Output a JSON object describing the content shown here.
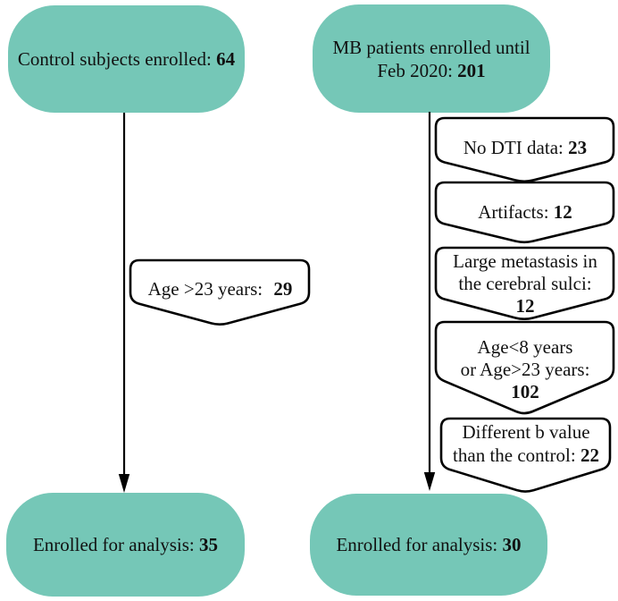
{
  "diagram": {
    "colors": {
      "node_fill": "#75c7b7",
      "exclusion_fill": "#ffffff",
      "outline": "#000000",
      "text": "#111111"
    },
    "left": {
      "start_label": "Control subjects enrolled: ",
      "start_value": "64",
      "exclusion_label": "Age >23 years: ",
      "exclusion_value": "29",
      "end_label": "Enrolled for analysis: ",
      "end_value": "35"
    },
    "right": {
      "start_line1": "MB patients enrolled until",
      "start_line2": "Feb 2020: ",
      "start_value": "201",
      "exclusions": [
        {
          "label": "No DTI data: ",
          "value": "23"
        },
        {
          "label": "Artifacts: ",
          "value": "12"
        },
        {
          "line1": "Large metastasis in",
          "line2": "the cerebral sulci:",
          "value": "12"
        },
        {
          "line1": "Age<8 years",
          "line2": "or Age>23 years:",
          "value": "102"
        },
        {
          "line1": "Different b value",
          "line2": "than the control: ",
          "value": "22"
        }
      ],
      "end_label": "Enrolled for analysis: ",
      "end_value": "30"
    }
  }
}
